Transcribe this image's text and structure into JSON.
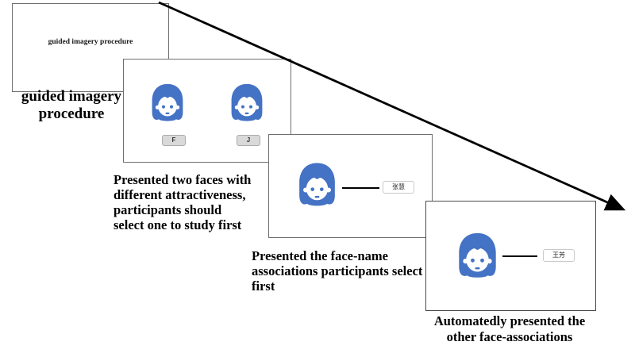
{
  "colors": {
    "face_blue": "#4472C4",
    "button_bg": "#D9D9D9",
    "button_border": "#ABABAB",
    "panel_border": "#6E6E6E",
    "name_tag_border": "#C9C9C9",
    "arrow": "#000000"
  },
  "icons": {
    "face": "woman-face-icon",
    "arrow": "diagonal-flow-arrow"
  },
  "panel1": {
    "inner_text": "guided imagery procedure",
    "caption_lines": [
      "guided imagery",
      "procedure"
    ]
  },
  "panel2": {
    "key_buttons": [
      "F",
      "J"
    ],
    "caption_lines": [
      "Presented two faces with",
      "different attractiveness,",
      "participants should",
      "select one to study first"
    ]
  },
  "panel3": {
    "name_label": "张慧",
    "caption_lines": [
      "Presented the face-name",
      "associations participants select",
      "first"
    ]
  },
  "panel4": {
    "name_label": "王芳",
    "caption_lines": [
      "Automatedly presented the",
      "other face-associations"
    ]
  }
}
